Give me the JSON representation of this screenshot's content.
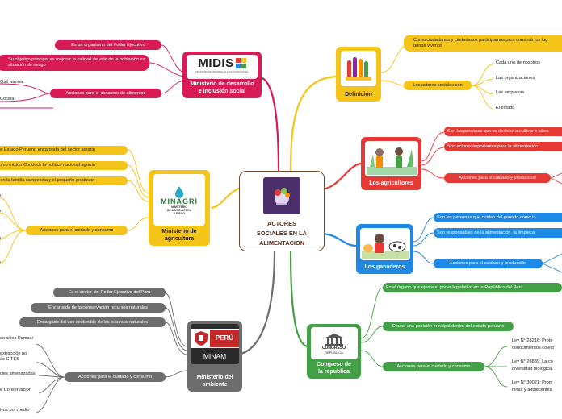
{
  "center": {
    "title_line1": "ACTORES",
    "title_line2": "SOCIALES EN LA",
    "title_line3": "ALIMENTACION"
  },
  "colors": {
    "brand_center": "#7a4a2a",
    "midis": "#d81b55",
    "minagri": "#f5c418",
    "minam": "#6d6d6d",
    "definicion": "#f5c418",
    "agricultores": "#e53935",
    "ganaderos": "#1e88e5",
    "congreso": "#43a047"
  },
  "midis": {
    "logo": "MIDIS",
    "logo_sub": "MINISTERIO DE DESARROLLO E INCLUSIÓN SOCIAL",
    "label_line1": "Ministerio de desarrollo",
    "label_line2": "e inclusión social",
    "items": [
      "Es un organismo del Poder Ejecutivo",
      "Su objetivo principal es mejorar la calidad de vida de la población en situación de riesgo",
      "Acciones para el consumo de alimentos"
    ],
    "leaves": [
      "Qali warma",
      "Cocina"
    ]
  },
  "minagri": {
    "logo": "MINAGRI",
    "logo_sub1": "MINISTERIO",
    "logo_sub2": "DE AGRICULTURA",
    "logo_sub3": "Y RIEGO",
    "label_line1": "Ministerio de",
    "label_line2": "agricultura",
    "items": [
      "del Estado Peruano encargada del sector agrario",
      "como misión Conducir la política nacional agraria",
      "s en la familia campesina y el pequeño productor",
      "Acciones para el cuidado y consumo"
    ],
    "leaves": [
      "o",
      "o",
      "o",
      "o"
    ]
  },
  "minam": {
    "logo": "PERÚ",
    "logo_sub": "MINAM",
    "label_line1": "Ministerio del",
    "label_line2": "ambiente",
    "items": [
      "Es el sector del Poder Ejecutivo del Perú",
      "Encargado de la conservación recursos naturales",
      "Encargado del uso sostenible de los recursos naturales",
      "Acciones para el cuidado y consumo"
    ],
    "leaves": [
      "os sitios Ramsar",
      "extracción no",
      "as CITES",
      "cies amenazadas",
      "e Conservación",
      "ivos por medio"
    ]
  },
  "definicion": {
    "label": "Definición",
    "items": [
      "Como ciudadanas y ciudadanos participamos para construir los lug",
      "donde vivimos",
      "Los actores sociales son"
    ],
    "leaves": [
      "Cada uno de nosotros",
      "Las organizaciones",
      "Las empresas",
      "El estado"
    ]
  },
  "agricultores": {
    "label": "Los agricultores",
    "items": [
      "Son las personas que se dedican a cultivar o labra",
      "Son actores importantes para la alimentación",
      "Acciones para el cuidado y produccion"
    ]
  },
  "ganaderos": {
    "label": "Los ganaderos",
    "items": [
      "Son las personas que cuidan del ganado como lo",
      "Son responsables de la alimentación, la limpieza",
      "Acciones para el cuidado y producción"
    ]
  },
  "congreso": {
    "logo": "CONGRESO",
    "logo_sub": "REPÚBLICA",
    "label_line1": "Congreso de",
    "label_line2": "la republica",
    "items": [
      "Es el órgano que ejerce el poder legislativo en la República del Perú",
      "Ocupa una posición principal dentro del estado peruano",
      "Acciones para el cuidado y consumo"
    ],
    "leaves": [
      "Ley N° 28216: Prote",
      "conocimientos colect",
      "Ley N° 26839: La co",
      "diversidad biológica",
      "Ley N° 30021: Prom",
      "niñas y adolecentes"
    ]
  }
}
